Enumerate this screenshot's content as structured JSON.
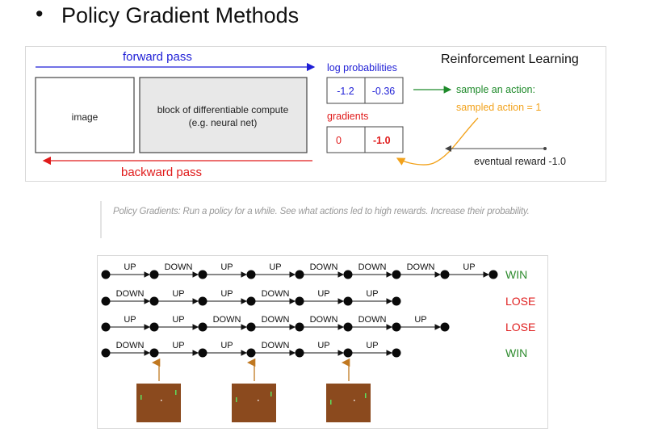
{
  "slide": {
    "bullet": "•",
    "title": "Policy Gradient Methods"
  },
  "rl_diagram": {
    "forward_label": "forward pass",
    "backward_label": "backward pass",
    "image_label": "image",
    "compute_label_line1": "block of differentiable compute",
    "compute_label_line2": "(e.g. neural net)",
    "log_prob_label": "log probabilities",
    "log_probs": [
      "-1.2",
      "-0.36"
    ],
    "gradients_label": "gradients",
    "gradients": [
      "0",
      "-1.0"
    ],
    "sample_label": "sample an action:",
    "sampled_label": "sampled action = 1",
    "reward_label": "eventual reward -1.0",
    "corner_title": "Reinforcement Learning",
    "colors": {
      "forward": "#1f1fd6",
      "backward": "#e01b1b",
      "green": "#1e8a2a",
      "orange": "#f2a21b",
      "box_fill": "#e8e8e8"
    }
  },
  "caption": {
    "text": "Policy Gradients: Run a policy for a while. See what actions led to high rewards. Increase their probability."
  },
  "rollouts": {
    "rows": [
      {
        "actions": [
          "UP",
          "DOWN",
          "UP",
          "UP",
          "DOWN",
          "DOWN",
          "DOWN",
          "UP"
        ],
        "outcome": "WIN"
      },
      {
        "actions": [
          "DOWN",
          "UP",
          "UP",
          "DOWN",
          "UP",
          "UP"
        ],
        "outcome": "LOSE"
      },
      {
        "actions": [
          "UP",
          "UP",
          "DOWN",
          "DOWN",
          "DOWN",
          "DOWN",
          "UP"
        ],
        "outcome": "LOSE"
      },
      {
        "actions": [
          "DOWN",
          "UP",
          "UP",
          "DOWN",
          "UP",
          "UP"
        ],
        "outcome": "WIN"
      }
    ],
    "colors": {
      "win": "#2e8b2e",
      "lose": "#e02020",
      "frame": "#8b4a1e",
      "arrow": "#c07820"
    }
  }
}
